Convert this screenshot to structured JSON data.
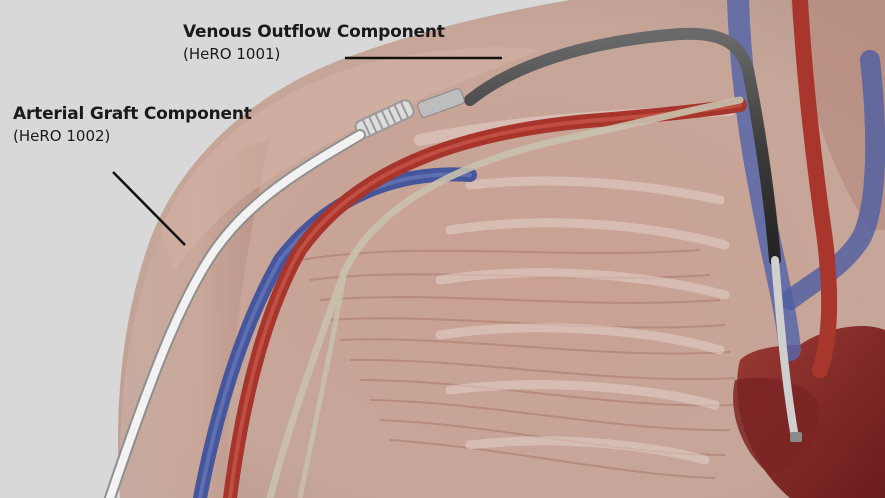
{
  "labels": {
    "venous": {
      "name": "Venous Outflow Component",
      "code": "(HeRO 1001)"
    },
    "arterial": {
      "name": "Arterial Graft Component",
      "code": "(HeRO 1002)"
    }
  },
  "colors": {
    "background": "#d9d9d9",
    "skin": "#c9a597",
    "muscle": "#b88a7c",
    "artery": "#a8352b",
    "vein": "#4a5aa0",
    "venous_catheter": "#4a4a4a",
    "arterial_graft": "#e6e6e6",
    "heart": "#8a2a2a"
  }
}
